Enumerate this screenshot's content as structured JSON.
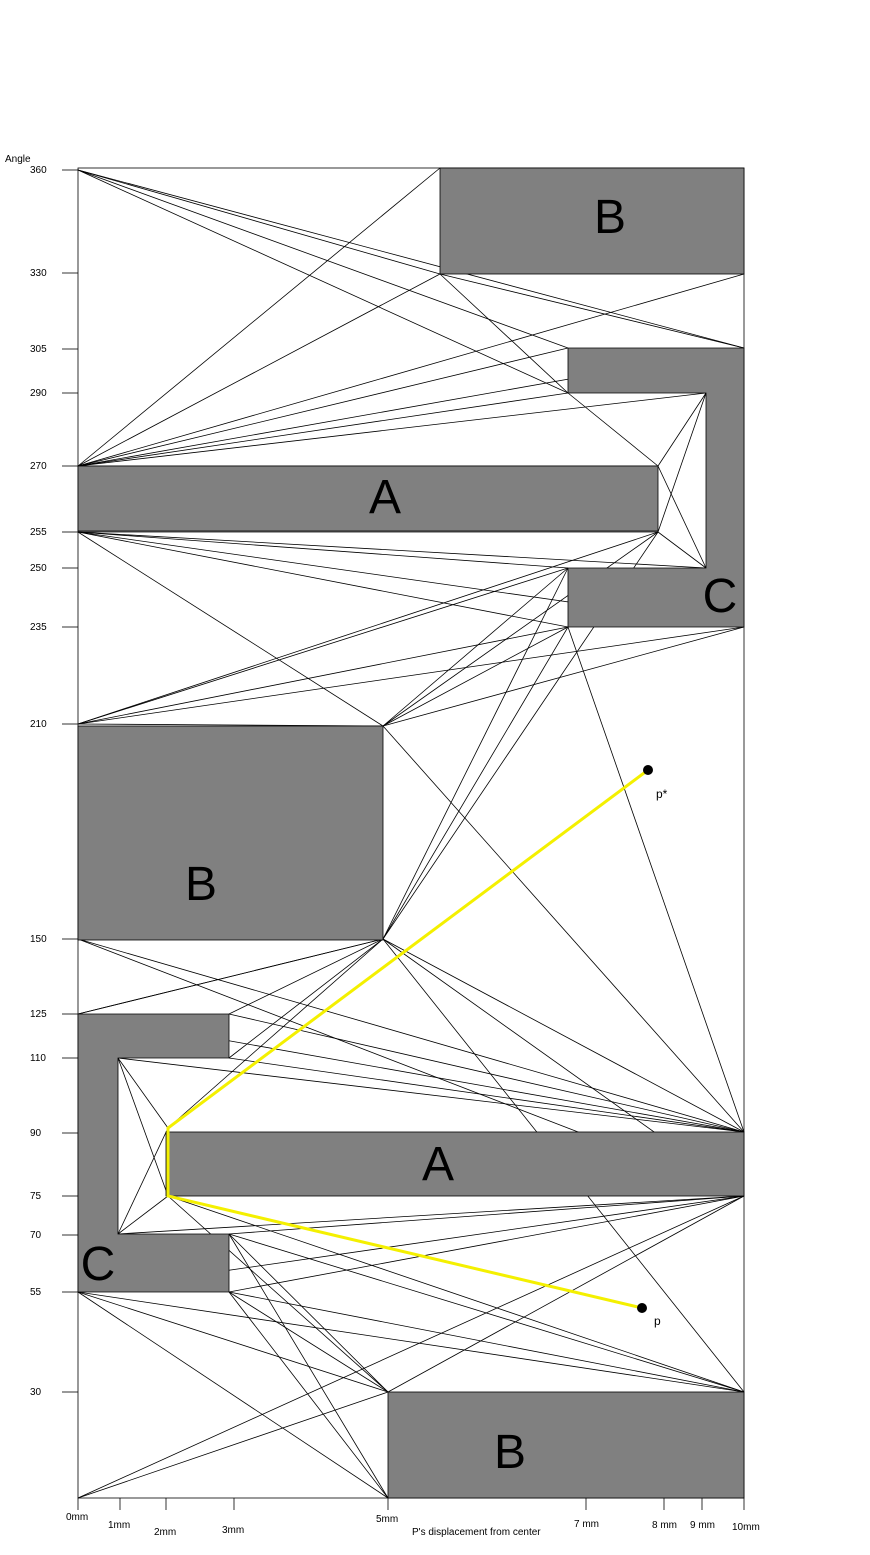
{
  "axes": {
    "y_title": "Angle",
    "x_title": "P's displacement from center",
    "y_ticks": [
      "360",
      "330",
      "305",
      "290",
      "270",
      "255",
      "250",
      "235",
      "210",
      "150",
      "125",
      "110",
      "90",
      "75",
      "70",
      "55",
      "30"
    ],
    "x_ticks": [
      "0mm",
      "1mm",
      "2mm",
      "3mm",
      "5mm",
      "7 mm",
      "8 mm",
      "9 mm",
      "10mm"
    ]
  },
  "regions": {
    "top_B": "B",
    "top_A": "A",
    "top_C": "C",
    "mid_B": "B",
    "bottom_A": "A",
    "bottom_C": "C",
    "bottom_B": "B"
  },
  "points": {
    "p_star": "p*",
    "p": "p"
  },
  "colors": {
    "obstacle": "#808080",
    "path": "#f4f000",
    "lines": "#000000"
  }
}
